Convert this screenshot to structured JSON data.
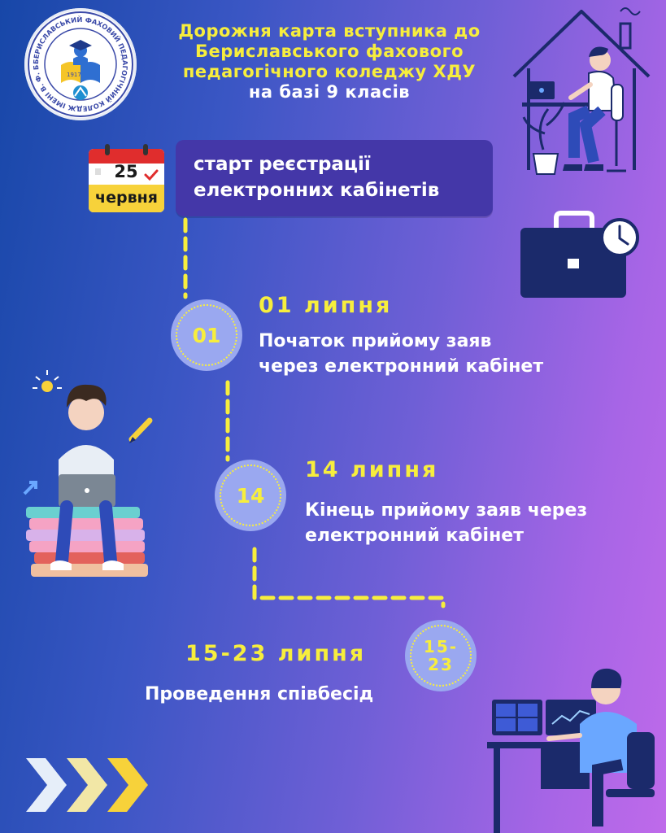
{
  "header": {
    "title_lines": [
      "Дорожня карта вступника до",
      "Бериславського фахового",
      "педагогічного коледжу ХДУ",
      "на базі 9 класів"
    ]
  },
  "logo": {
    "ring_text": "БЕРИСЛАВСЬКИЙ ФАХОВИЙ ПЕДАГОГІЧНИЙ КОЛЕДЖ ІМЕНІ В. Ф. БЕРИСЛАВСЬКОГО",
    "year": "1917"
  },
  "calendar": {
    "day": "25",
    "month": "червня"
  },
  "registration": {
    "line1": "старт реєстрації",
    "line2": "електронних кабінетів"
  },
  "steps": [
    {
      "badge": "01",
      "date": "01 липня",
      "desc_line1": "Початок прийому заяв",
      "desc_line2": "через електронний кабінет"
    },
    {
      "badge": "14",
      "date": "14 липня",
      "desc_line1": "Кінець прийому заяв через",
      "desc_line2": "електронний кабінет"
    },
    {
      "badge_line1": "15-",
      "badge_line2": "23",
      "date": "15-23 липня",
      "desc_line1": "Проведення співбесід"
    }
  ],
  "colors": {
    "accent_yellow": "#f7ee3d",
    "badge_fill": "#9aa8f0",
    "reg_box": "#4437a8"
  },
  "icons": [
    "house-workspace-icon",
    "briefcase-clock-icon",
    "student-books-icon",
    "video-call-desk-icon",
    "chevron-arrows-icon",
    "lightbulb-icon",
    "pencil-icon",
    "calendar-icon"
  ]
}
